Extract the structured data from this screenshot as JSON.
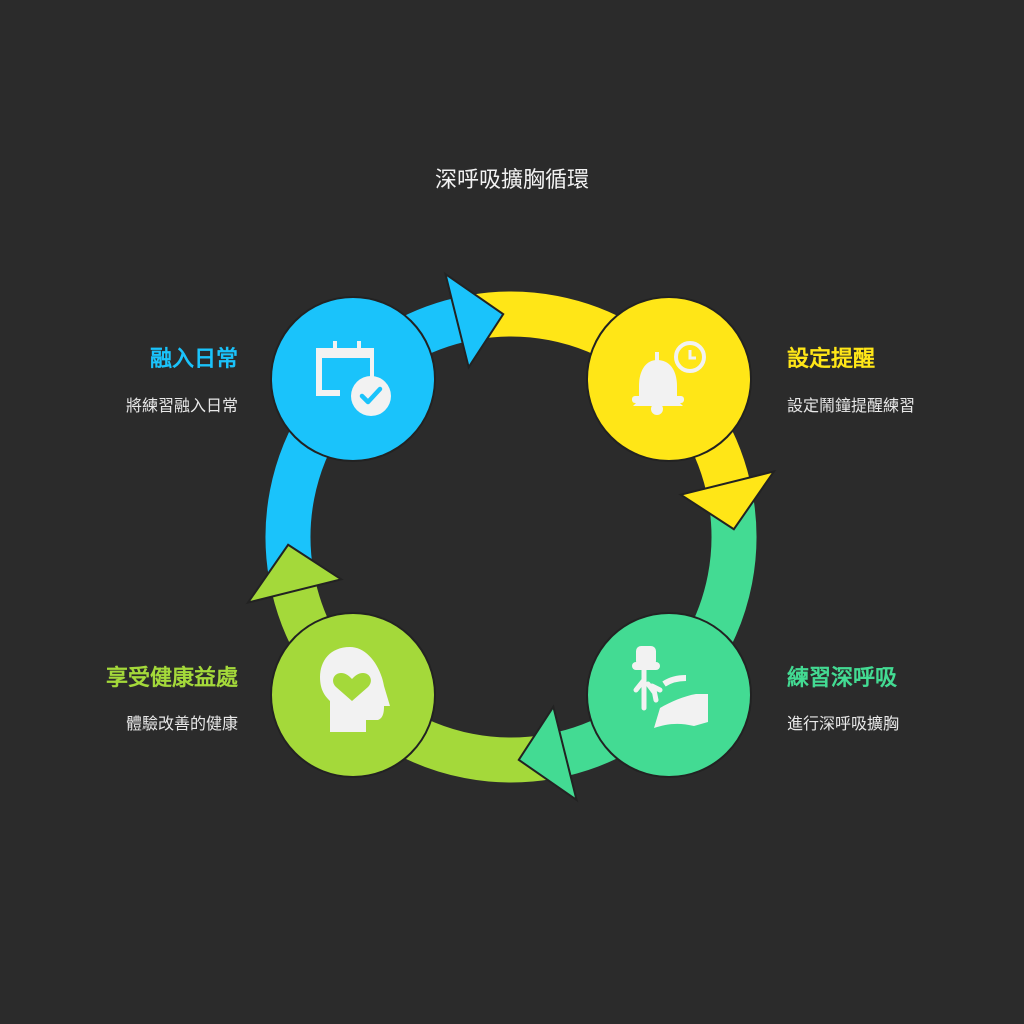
{
  "title": "深呼吸擴胸循環",
  "colors": {
    "blue": "#1ac3fb",
    "yellow": "#ffe617",
    "green": "#43db93",
    "lime": "#a4d93a",
    "background": "#2b2b2b",
    "icon": "#f2f2f2"
  },
  "steps": [
    {
      "title": "融入日常",
      "subtitle": "將練習融入日常",
      "icon": "calendar-check-icon",
      "color": "#1ac3fb"
    },
    {
      "title": "設定提醒",
      "subtitle": "設定鬧鐘提醒練習",
      "icon": "bell-clock-icon",
      "color": "#ffe617"
    },
    {
      "title": "練習深呼吸",
      "subtitle": "進行深呼吸擴胸",
      "icon": "lungs-hand-icon",
      "color": "#43db93"
    },
    {
      "title": "享受健康益處",
      "subtitle": "體驗改善的健康",
      "icon": "head-heart-icon",
      "color": "#a4d93a"
    }
  ]
}
